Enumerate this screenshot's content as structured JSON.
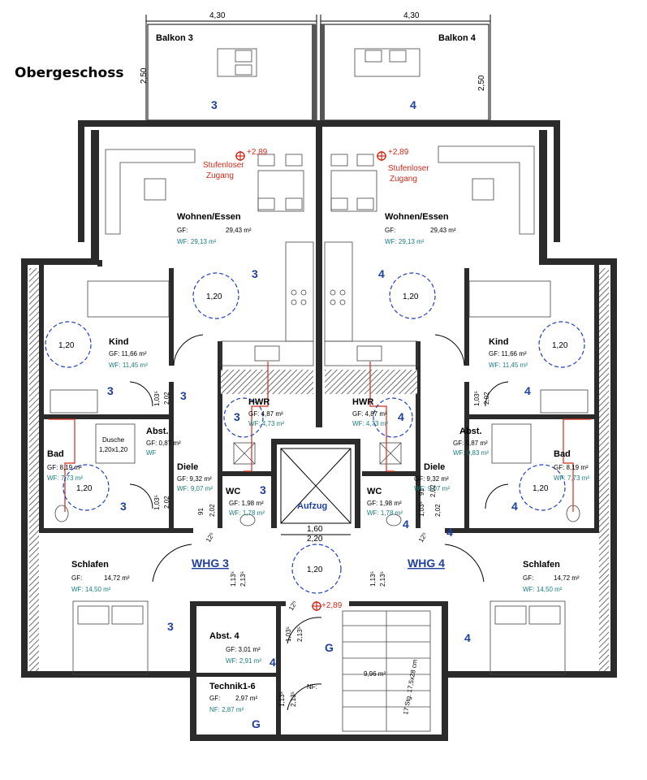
{
  "title": "Obergeschoss",
  "dims": {
    "top_left": "4,30",
    "top_right": "4,30",
    "balcony_left": "2,50",
    "balcony_right": "2,50",
    "c1_left": "1,03⁵",
    "c2_left": "2,02",
    "c3_left": "1,03⁵",
    "c4_left": "2,02",
    "c1_right": "1,03⁵",
    "c2_right": "2,02",
    "c3_right": "1,03⁵",
    "c4_right": "2,02",
    "wc_left_a": "91",
    "wc_left_b": "2,02",
    "wc_right_a": "91",
    "wc_right_b": "2,02",
    "corr_a": "1,60",
    "corr_b": "2,20",
    "wk_left_a": "1,13⁵",
    "wk_left_b": "2,13⁵",
    "wk_right_a": "1,13⁵",
    "wk_right_b": "2,13⁵",
    "abst4_a": "1,03⁵",
    "abst4_b": "2,13⁵",
    "tech_a": "1,13⁵",
    "tech_b": "2,13⁵",
    "n12_a": "12⁵",
    "n12_b": "12⁵",
    "n12_c": "12⁵"
  },
  "balconies": [
    {
      "name": "Balkon 3",
      "unit": "3"
    },
    {
      "name": "Balkon 4",
      "unit": "4"
    }
  ],
  "elevation": {
    "value": "+2,89",
    "note_line1": "Stufenloser",
    "note_line2": "Zugang"
  },
  "rooms_left": {
    "wohnen": {
      "name": "Wohnen/Essen",
      "gf_label": "GF:",
      "gf": "29,43 m²",
      "wf": "WF: 29,13 m²"
    },
    "kind": {
      "name": "Kind",
      "gf": "GF: 11,66 m²",
      "wf": "WF: 11,45 m²"
    },
    "hwr": {
      "name": "HWR",
      "gf": "GF: 4,87 m²",
      "wf": "WF: 4,73 m²"
    },
    "abst": {
      "name": "Abst.",
      "gf": "GF: 0,87 m²",
      "wf": "WF"
    },
    "bad": {
      "name": "Bad",
      "gf": "GF: 8,19 m²",
      "wf": "WF: 7,73 m²"
    },
    "dusche": {
      "name": "Dusche",
      "size": "1,20x1,20"
    },
    "diele": {
      "name": "Diele",
      "gf": "GF: 9,32 m²",
      "wf": "WF: 9,07 m²"
    },
    "wc": {
      "name": "WC",
      "gf": "GF: 1,98 m²",
      "wf": "WF: 1,78 m²"
    },
    "schlafen": {
      "name": "Schlafen",
      "gf_label": "GF:",
      "gf": "14,72 m²",
      "wf": "WF: 14,50 m²"
    }
  },
  "rooms_right": {
    "wohnen": {
      "name": "Wohnen/Essen",
      "gf_label": "GF:",
      "gf": "29,43 m²",
      "wf": "WF: 29,13 m²"
    },
    "kind": {
      "name": "Kind",
      "gf": "GF: 11,66 m²",
      "wf": "WF: 11,45 m²"
    },
    "hwr": {
      "name": "HWR",
      "gf": "GF: 4,87 m²",
      "wf": "WF: 4,73 m²"
    },
    "abst": {
      "name": "Abst.",
      "gf": "GF: 0,87 m²",
      "wf": "WF: 0,83 m²"
    },
    "bad": {
      "name": "Bad",
      "gf": "GF: 8,19 m²",
      "wf": "WF: 7,73 m²"
    },
    "diele": {
      "name": "Diele",
      "gf": "GF: 9,32 m²",
      "wf": "WF: 9,07 m²"
    },
    "wc": {
      "name": "WC",
      "gf": "GF: 1,98 m²",
      "wf": "WF: 1,78 m²"
    },
    "schlafen": {
      "name": "Schlafen",
      "gf_label": "GF:",
      "gf": "14,72 m²",
      "wf": "WF: 14,50 m²"
    }
  },
  "common": {
    "aufzug": "Aufzug",
    "abst4": {
      "name": "Abst. 4",
      "gf": "GF: 3,01 m²",
      "wf": "WF: 2,91 m²"
    },
    "technik": {
      "name": "Technik1-6",
      "gf_label": "GF:",
      "gf": "2,97 m²",
      "wf": "NF: 2,87 m²"
    },
    "stair_area": "9,96 m²",
    "stair_text": "17 Stg. 17,5x28 cm",
    "nf": "NF:",
    "g": "G"
  },
  "apartments": [
    "WHG 3",
    "WHG 4"
  ],
  "turn_circle": "1,20",
  "unit_numbers": {
    "left": "3",
    "right": "4"
  },
  "colors": {
    "wall": "#2b2b2b",
    "unit_blue": "#1f3f9f",
    "red": "#d42a1a",
    "teal": "#1a7f7f"
  }
}
